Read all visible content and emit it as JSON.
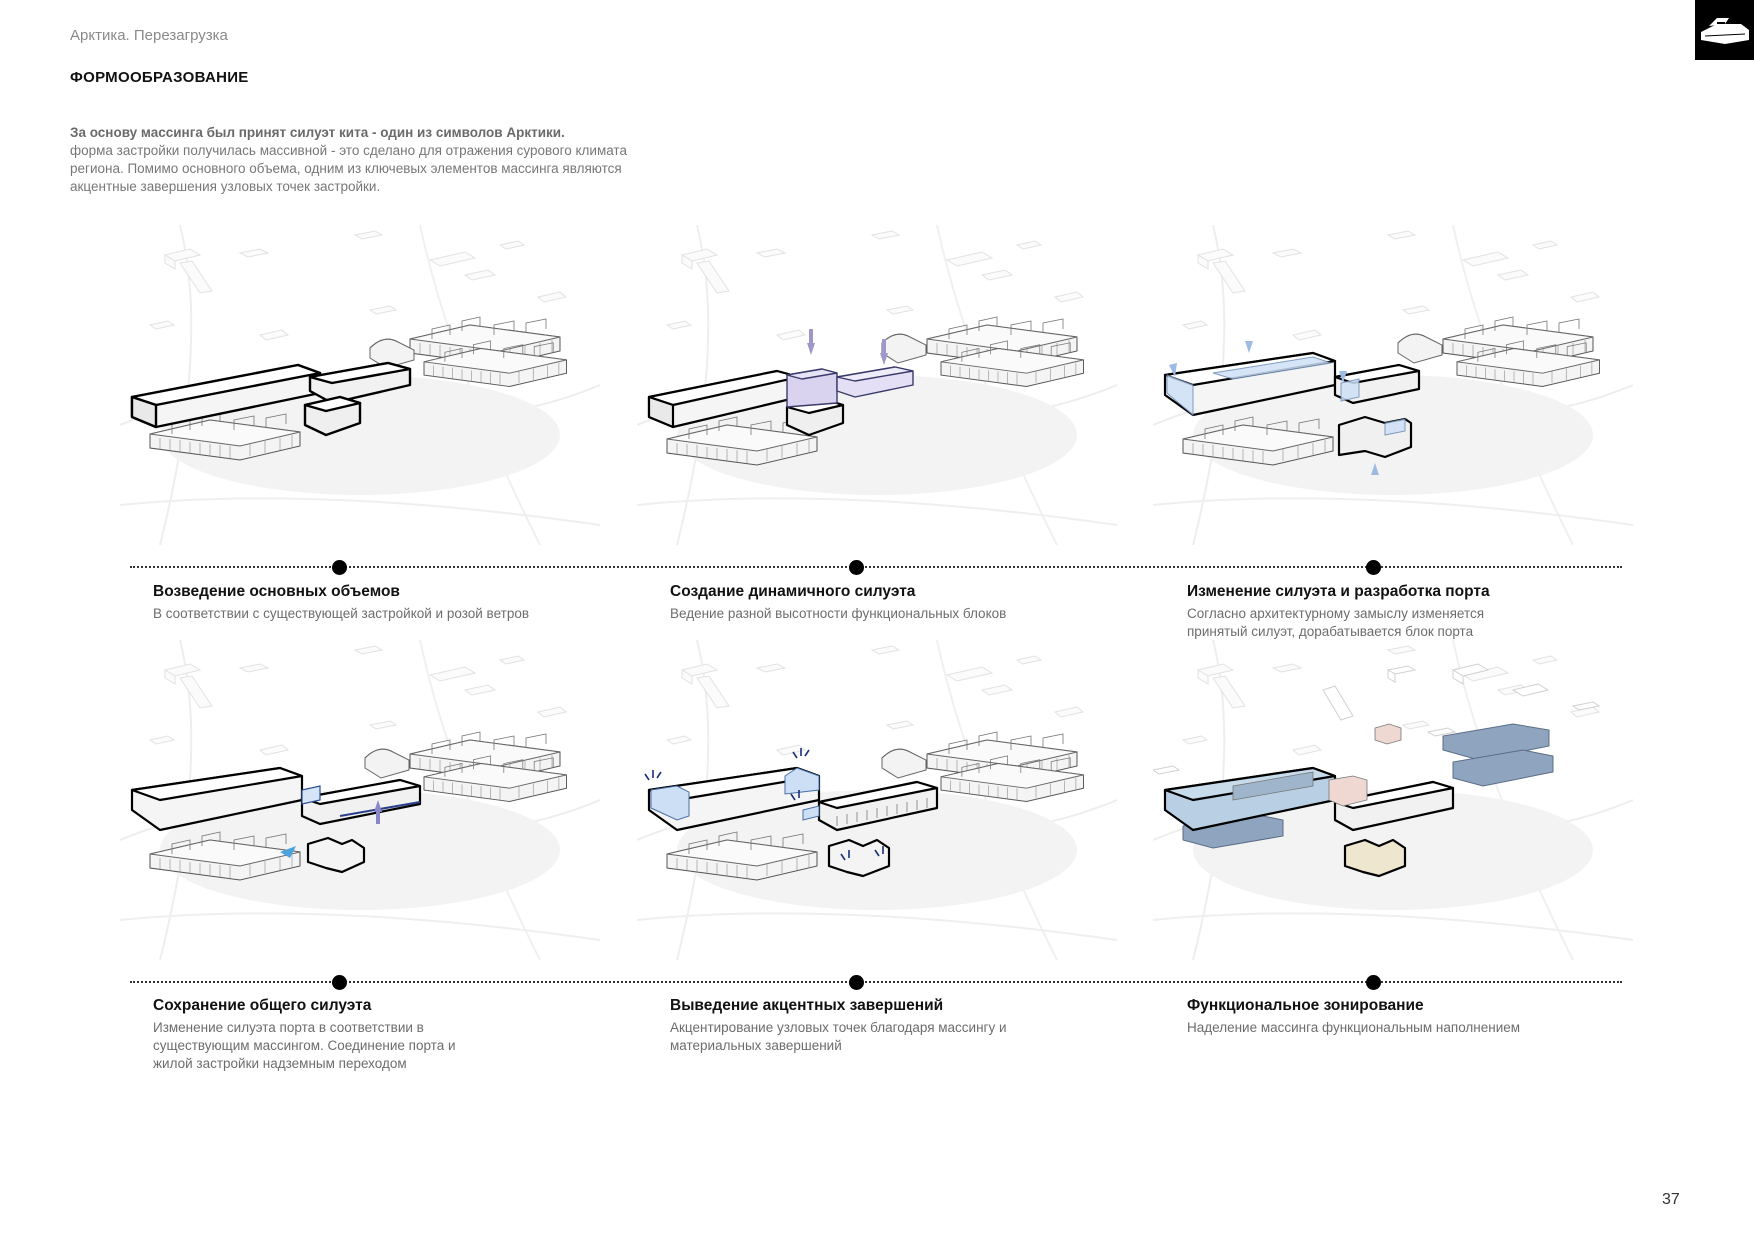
{
  "header": {
    "doc_title": "Арктика. Перезагрузка",
    "section_title": "ФОРМООБРАЗОВАНИЕ"
  },
  "intro": {
    "lead": "За основу массинга был принят силуэт кита - один из символов Арктики.",
    "body": "форма застройки получилась массивной - это сделано для отражения сурового климата региона. Помимо основного объема, одним из ключевых элементов массинга являются акцентные завершения узловых точек застройки."
  },
  "steps": [
    {
      "title": "Возведение основных объемов",
      "description": "В соответствии с существующей застройкой и розой ветров"
    },
    {
      "title": "Создание динамичного силуэта",
      "description": "Ведение разной высотности функциональных блоков"
    },
    {
      "title": "Изменение силуэта и разработка порта",
      "description": "Согласно архитектурному замыслу изменяется принятый силуэт, дорабатывается блок порта"
    },
    {
      "title": "Сохранение общего силуэта",
      "description": "Изменение силуэта порта в соответствии в существующим массингом. Соединение порта и жилой застройки надземным переходом"
    },
    {
      "title": "Выведение акцентных завершений",
      "description": "Акцентирование узловых точек благодаря массингу и материальных завершений"
    },
    {
      "title": "Функциональное зонирование",
      "description": "Наделение массинга функциональным наполнением"
    }
  ],
  "colors": {
    "accent_lilac": "#cfc7ec",
    "accent_blue": "#cfe0f6",
    "zone_steel": "#8fa4bf",
    "zone_lightblue": "#b9d0e4",
    "zone_beige": "#efe6cf",
    "zone_pink": "#efd8d2"
  },
  "footer": {
    "page_number": "37"
  }
}
